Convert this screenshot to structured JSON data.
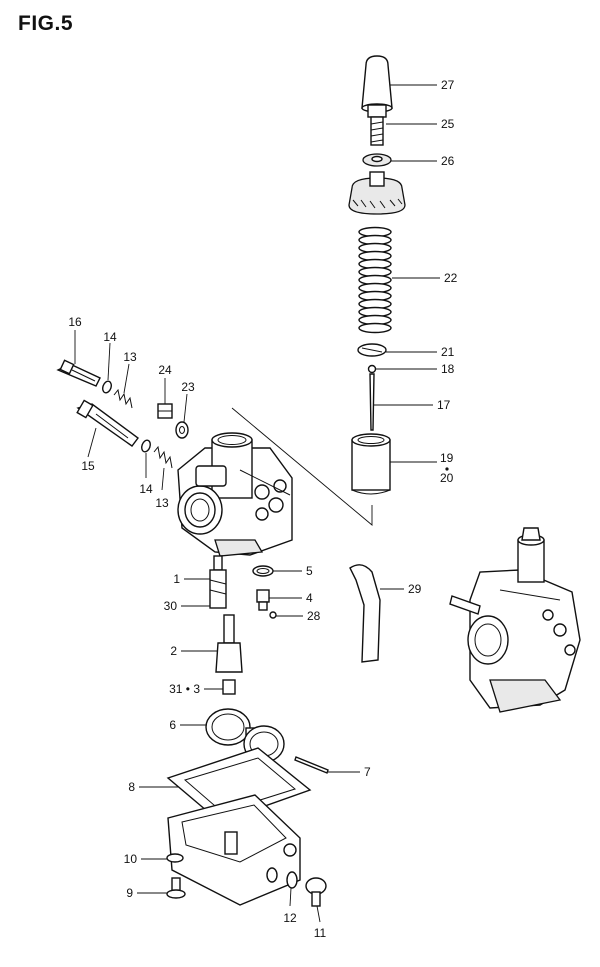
{
  "figure": {
    "title": "FIG.5"
  },
  "callouts": [
    {
      "id": "27",
      "label": "27"
    },
    {
      "id": "25",
      "label": "25"
    },
    {
      "id": "26",
      "label": "26"
    },
    {
      "id": "22",
      "label": "22"
    },
    {
      "id": "21",
      "label": "21"
    },
    {
      "id": "18",
      "label": "18"
    },
    {
      "id": "17",
      "label": "17"
    },
    {
      "id": "19",
      "label": "19"
    },
    {
      "id": "20",
      "label": "20"
    },
    {
      "id": "16",
      "label": "16"
    },
    {
      "id": "14a",
      "label": "14"
    },
    {
      "id": "13a",
      "label": "13"
    },
    {
      "id": "24",
      "label": "24"
    },
    {
      "id": "23",
      "label": "23"
    },
    {
      "id": "15",
      "label": "15"
    },
    {
      "id": "14b",
      "label": "14"
    },
    {
      "id": "13b",
      "label": "13"
    },
    {
      "id": "5",
      "label": "5"
    },
    {
      "id": "29",
      "label": "29"
    },
    {
      "id": "1",
      "label": "1"
    },
    {
      "id": "4",
      "label": "4"
    },
    {
      "id": "30",
      "label": "30"
    },
    {
      "id": "28",
      "label": "28"
    },
    {
      "id": "2",
      "label": "2"
    },
    {
      "id": "31-3",
      "label": "31 • 3"
    },
    {
      "id": "6",
      "label": "6"
    },
    {
      "id": "7",
      "label": "7"
    },
    {
      "id": "8",
      "label": "8"
    },
    {
      "id": "10",
      "label": "10"
    },
    {
      "id": "9",
      "label": "9"
    },
    {
      "id": "12",
      "label": "12"
    },
    {
      "id": "11",
      "label": "11"
    }
  ]
}
